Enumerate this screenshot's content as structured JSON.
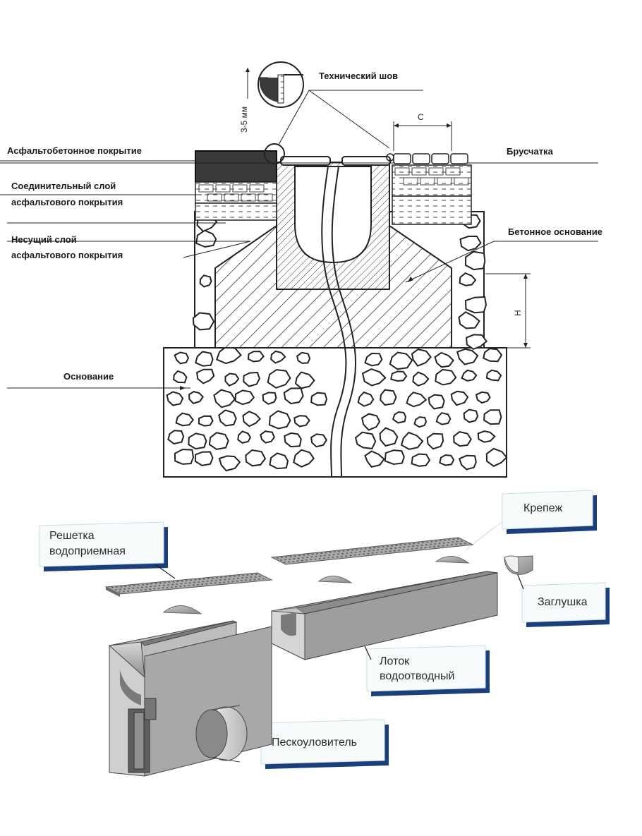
{
  "cross_section": {
    "labels": {
      "tech_joint": "Технический шов",
      "joint_size": "3-5 мм",
      "asphalt_cover": "Асфальтобетонное покрытие",
      "connect_layer_1": "Соединительный слой",
      "connect_layer_2": "асфальтового покрытия",
      "bearing_layer_1": "Несущий слой",
      "bearing_layer_2": "асфальтового покрытия",
      "base": "Основание",
      "paving": "Брусчатка",
      "concrete_base": "Бетонное основание",
      "dim_c": "С",
      "dim_h": "Н"
    }
  },
  "exploded_view": {
    "labels": {
      "grate_1": "Решетка",
      "grate_2": "водоприемная",
      "fastener": "Крепеж",
      "end_cap": "Заглушка",
      "channel_1": "Лоток",
      "channel_2": "водоотводный",
      "sand_trap": "Пескоуловитель"
    }
  },
  "colors": {
    "ink": "#1a1a1a",
    "callout_shadow": "#1b3f7a",
    "callout_fill": "#f7fbfc",
    "concrete": "#9a9a9a",
    "stone_fill": "#ffffff"
  }
}
